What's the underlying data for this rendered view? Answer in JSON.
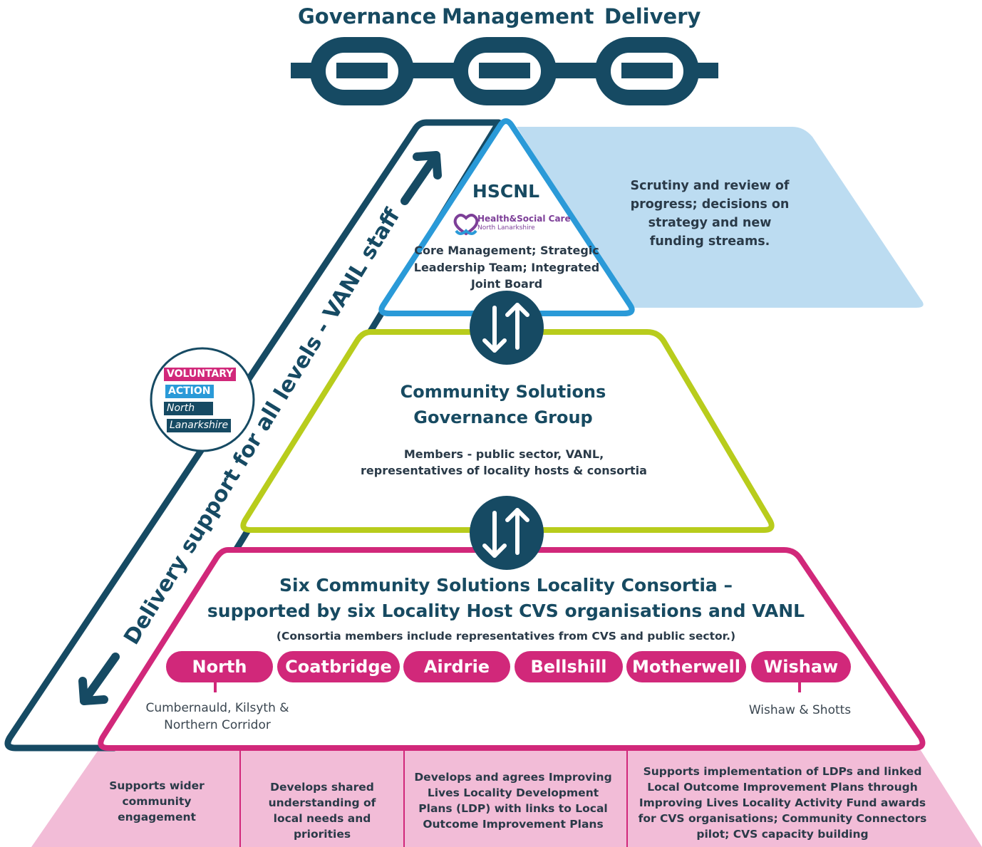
{
  "header": {
    "governance": "Governance",
    "management": "Management",
    "delivery": "Delivery"
  },
  "top_tier": {
    "title": "HSCNL",
    "logo_text_main": "Health&Social Care",
    "logo_text_sub": "North Lanarkshire",
    "text": "Core Management; Strategic Leadership Team; Integrated Joint Board"
  },
  "scrutiny_panel": {
    "text": "Scrutiny and review of progress; decisions on strategy and new funding streams."
  },
  "middle_tier": {
    "title": "Community Solutions Governance Group",
    "text": "Members - public sector, VANL, representatives of locality hosts & consortia"
  },
  "bottom_tier": {
    "title_line1": "Six Community Solutions Locality Consortia –",
    "title_line2": "supported by six Locality Host CVS organisations and VANL",
    "note": "(Consortia members include representatives from CVS and public sector.)",
    "localities": [
      "North",
      "Coatbridge",
      "Airdrie",
      "Bellshill",
      "Motherwell",
      "Wishaw"
    ],
    "north_sub": "Cumbernauld, Kilsyth & Northern Corridor",
    "wishaw_sub": "Wishaw & Shotts"
  },
  "side_band": {
    "text": "Delivery support for all levels - VANL staff"
  },
  "vanl_logo": {
    "line1": "VOLUNTARY",
    "line2": "ACTION",
    "line3": "North",
    "line4": "Lanarkshire"
  },
  "base_columns": [
    "Supports wider community engagement",
    "Develops shared understanding of local needs and priorities",
    "Develops and agrees Improving Lives Locality Development Plans (LDP) with links to Local Outcome Improvement Plans",
    "Supports implementation of LDPs and linked Local Outcome Improvement Plans through Improving Lives Locality Activity Fund awards for CVS organisations; Community Connectors pilot; CVS capacity building"
  ],
  "colors": {
    "navy": "#164a63",
    "blue": "#2a9ad8",
    "light_blue": "#bcdcf1",
    "lime": "#b8cc1c",
    "magenta": "#d1287a",
    "pink": "#f2bcd7",
    "purple": "#7d3f98"
  }
}
